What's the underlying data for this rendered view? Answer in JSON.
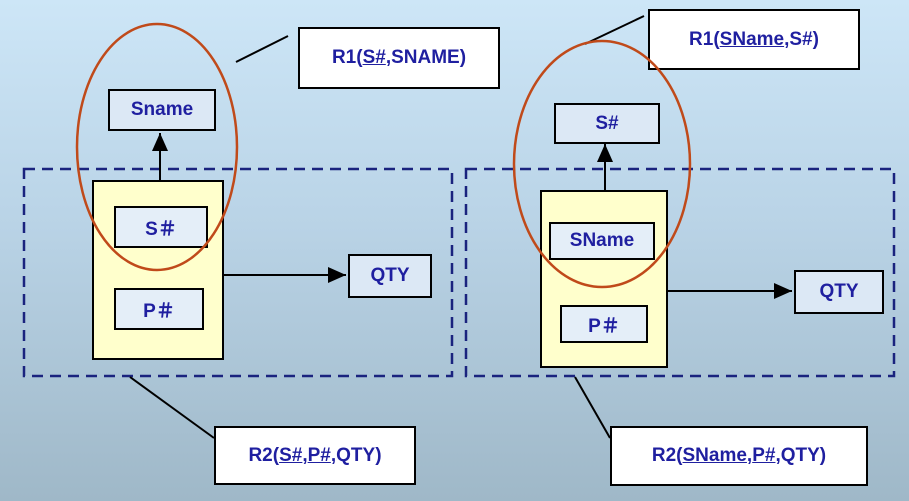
{
  "colors": {
    "text": "#1f1fa0",
    "dashed_border": "#1a237e",
    "ellipse": "#c04a1a",
    "yellow_fill": "#ffffcc"
  },
  "left": {
    "r1": {
      "prefix": "R1(",
      "key": "S#",
      "rest": ",SNAME)"
    },
    "sname": "Sname",
    "s_key": "S＃",
    "p_key": "P＃",
    "qty": "QTY",
    "r2": {
      "prefix": "R2(",
      "key1": "S#",
      "sep": ",",
      "key2": "P#",
      "rest": ",QTY)"
    }
  },
  "right": {
    "r1": {
      "prefix": "R1(",
      "key": "SName",
      "rest": ",S#)"
    },
    "s_key": "S#",
    "sname": "SName",
    "p_key": "P＃",
    "qty": "QTY",
    "r2": {
      "prefix": "R2(",
      "key1": "SName",
      "sep": ",",
      "key2": "P#",
      "rest": ",QTY)"
    }
  }
}
